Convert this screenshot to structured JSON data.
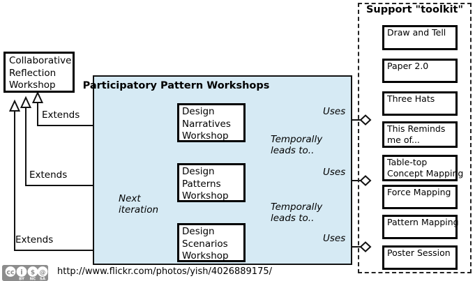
{
  "diagram": {
    "title_center": "Participatory Pattern Workshops",
    "toolkit_title": "Support \"toolkit\"",
    "footer_url": "http://www.flickr.com/photos/yish/4026889175/",
    "license": "CC BY-NC-SA",
    "license_marks": [
      "cc",
      "BY",
      "NC",
      "SA"
    ],
    "colors": {
      "panel_fill": "#d6eaf4",
      "box_fill": "#ffffff",
      "stroke": "#000000",
      "dashed_stroke": "#222222",
      "badge": "#8d8d8d"
    }
  },
  "parent_node": {
    "label": "Collaborative\nReflection\nWorkshop",
    "name": "collaborative-reflection-workshop"
  },
  "workshops": [
    {
      "id": "design-narratives-workshop",
      "label": "Design\nNarratives\nWorkshop"
    },
    {
      "id": "design-patterns-workshop",
      "label": "Design\nPatterns\nWorkshop"
    },
    {
      "id": "design-scenarios-workshop",
      "label": "Design\nScenarios\nWorkshop"
    }
  ],
  "relations": {
    "extends": [
      "Extends",
      "Extends",
      "Extends"
    ],
    "uses": [
      "Uses",
      "Uses",
      "Uses"
    ],
    "temporal": [
      "Temporally\nleads to..",
      "Temporally\nleads to.."
    ],
    "iteration": "Next\niteration"
  },
  "toolkit_items": [
    {
      "id": "draw-and-tell",
      "label": "Draw and Tell"
    },
    {
      "id": "paper-2-0",
      "label": "Paper 2.0"
    },
    {
      "id": "three-hats",
      "label": "Three Hats"
    },
    {
      "id": "this-reminds-me-of",
      "label": "This Reminds\nme of..."
    },
    {
      "id": "table-top-concept-mapping",
      "label": "Table-top\nConcept Mapping"
    },
    {
      "id": "force-mapping",
      "label": "Force Mapping"
    },
    {
      "id": "pattern-mapping",
      "label": "Pattern Mapping"
    },
    {
      "id": "poster-session",
      "label": "Poster Session"
    }
  ]
}
